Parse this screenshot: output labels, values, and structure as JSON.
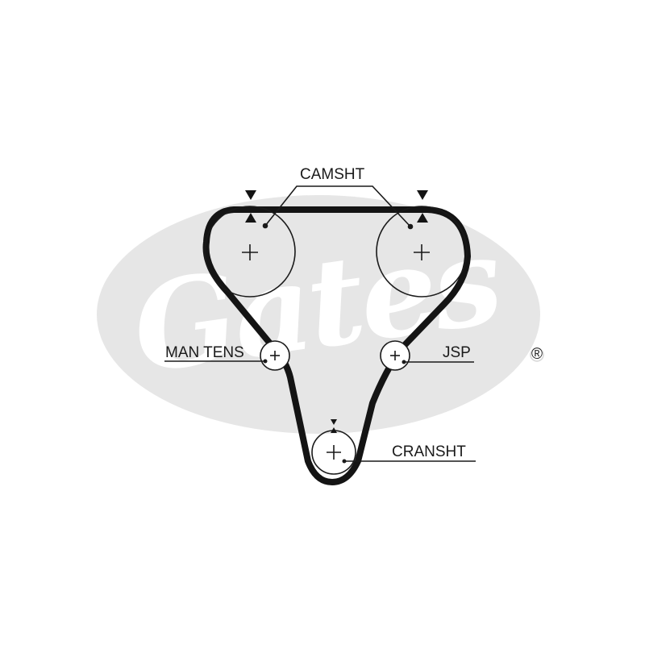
{
  "brand": {
    "watermark_text": "Gates",
    "registered_mark": "®",
    "watermark_color": "#e6e6e6"
  },
  "labels": {
    "camshaft": "CAMSHT",
    "manual_tensioner": "MAN TENS",
    "jackshaft_pulley": "JSP",
    "crankshaft": "CRANSHT"
  },
  "colors": {
    "belt": "#141414",
    "pulley": "#1a1a1a",
    "text": "#1a1a1a",
    "background": "#ffffff"
  }
}
